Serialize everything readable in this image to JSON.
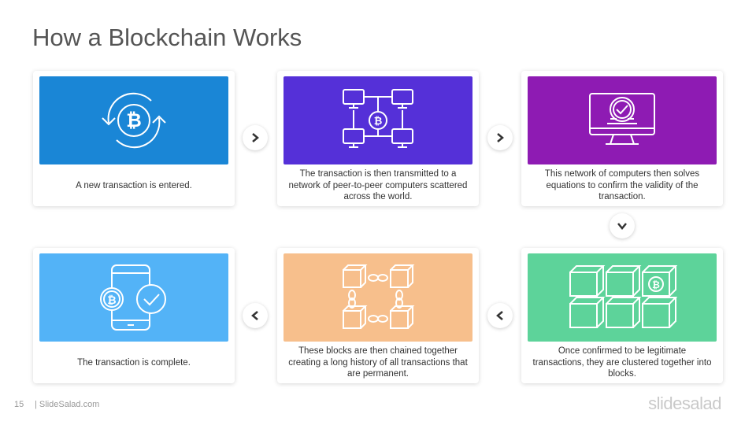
{
  "slide": {
    "title": "How a Blockchain Works",
    "page_number": "15",
    "site": "| SlideSalad.com",
    "logo": "slidesalad"
  },
  "steps": [
    {
      "text": "A new transaction is entered.",
      "color": "#1a86d6",
      "icon": "bitcoin-cycle-icon"
    },
    {
      "text": "The transaction is then transmitted to a network of peer-to-peer  computers scattered across the world.",
      "color": "#5530d8",
      "icon": "network-icon"
    },
    {
      "text": "This network of computers then solves equations to confirm the validity of the transaction.",
      "color": "#8e1bb3",
      "icon": "monitor-check-icon"
    },
    {
      "text": "Once confirmed to be legitimate transactions, they are clustered together into blocks.",
      "color": "#5dd39a",
      "icon": "blocks-cluster-icon"
    },
    {
      "text": "These blocks are then chained together creating a long history of all transactions that are permanent.",
      "color": "#f7bf8c",
      "icon": "chained-blocks-icon"
    },
    {
      "text": "The transaction is complete.",
      "color": "#53b3f7",
      "icon": "phone-check-icon"
    }
  ],
  "arrows": [
    "chevron-right-icon",
    "chevron-right-icon",
    "chevron-down-icon",
    "chevron-left-icon",
    "chevron-left-icon"
  ]
}
